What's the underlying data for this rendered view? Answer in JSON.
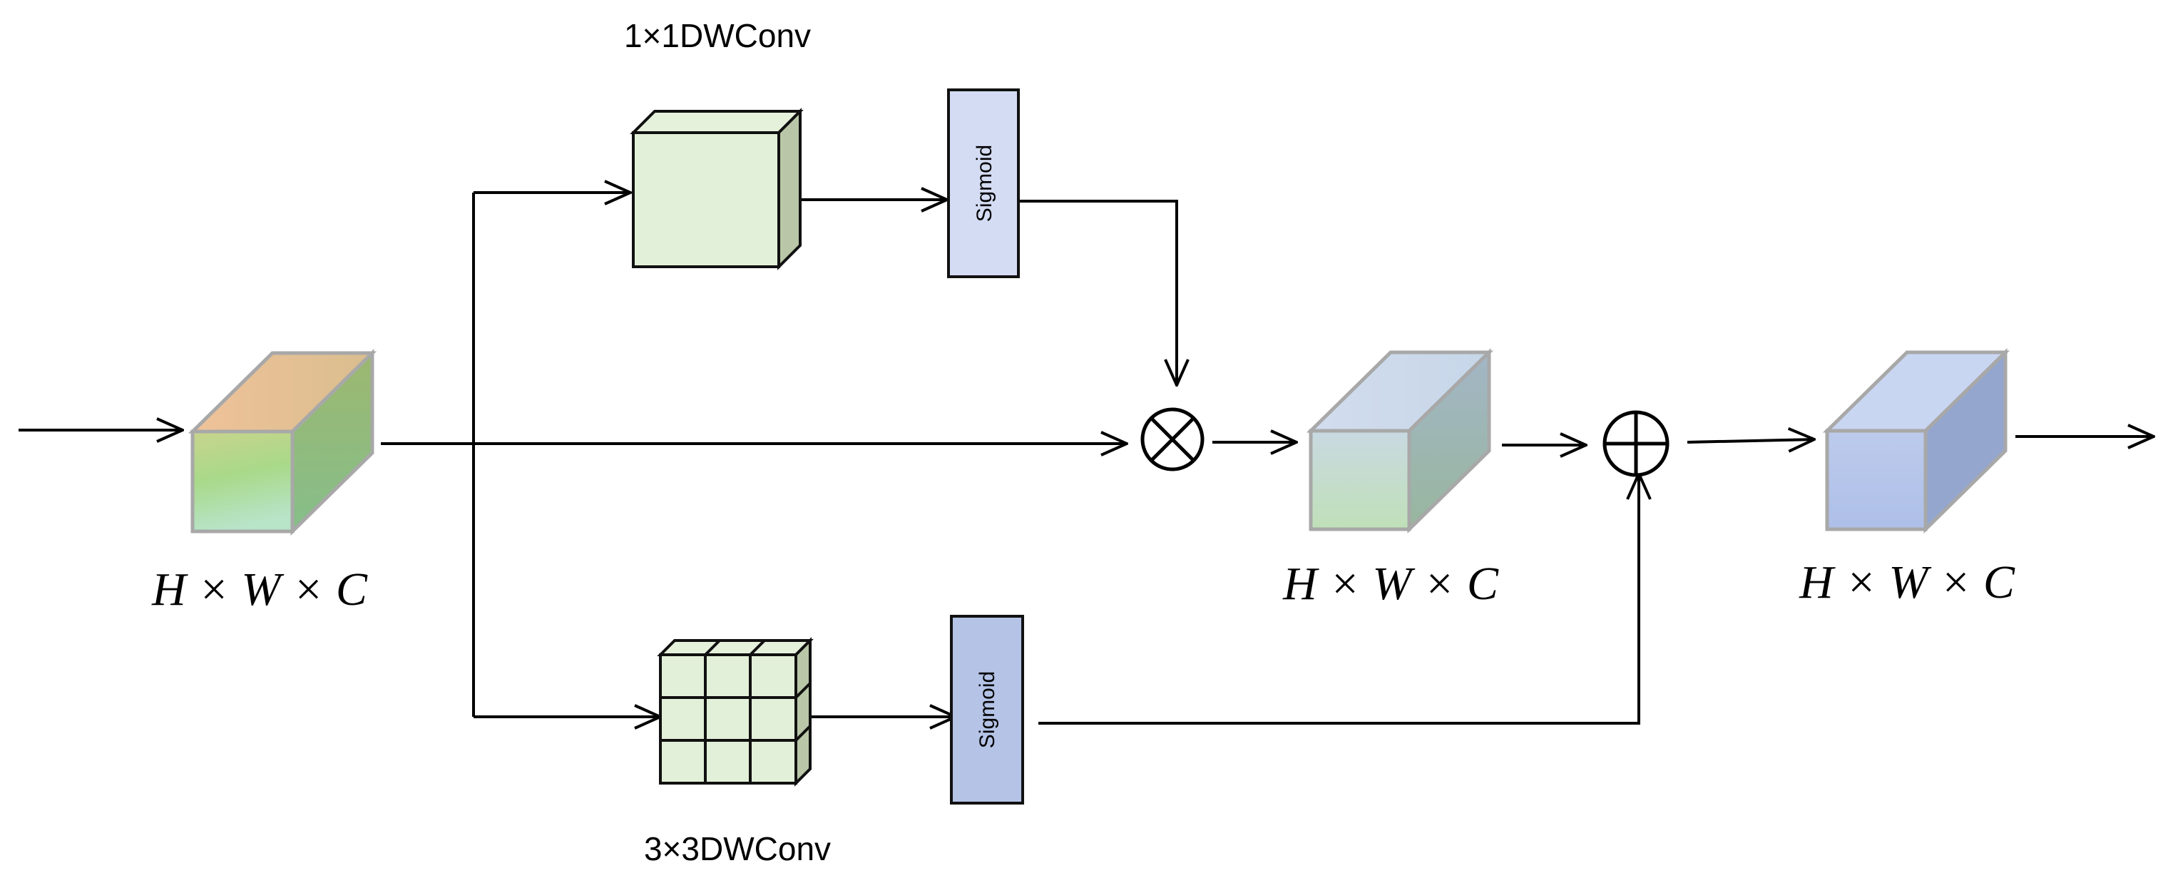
{
  "diagram": {
    "labels": {
      "conv1x1": "1×1DWConv",
      "conv3x3": "3×3DWConv",
      "sigmoid_top": "Sigmoid",
      "sigmoid_bottom": "Sigmoid",
      "dims_input": "H × W × C",
      "dims_middle": "H × W × C",
      "dims_output": "H × W × C"
    },
    "operators": {
      "multiply": "element-wise multiply",
      "add": "element-wise add"
    },
    "colors": {
      "sigmoid_top_fill": "#D4DCF4",
      "sigmoid_bottom_fill": "#B4C3E6",
      "conv1x1_fill": "#E3F0D9",
      "conv3x3_fill": "#E3F0D9",
      "input_cube_top": "#E8B68C",
      "input_cube_front": "#B6DB95",
      "middle_cube_front": "#C7DEC8",
      "output_cube_front": "#B4C6EA"
    }
  }
}
